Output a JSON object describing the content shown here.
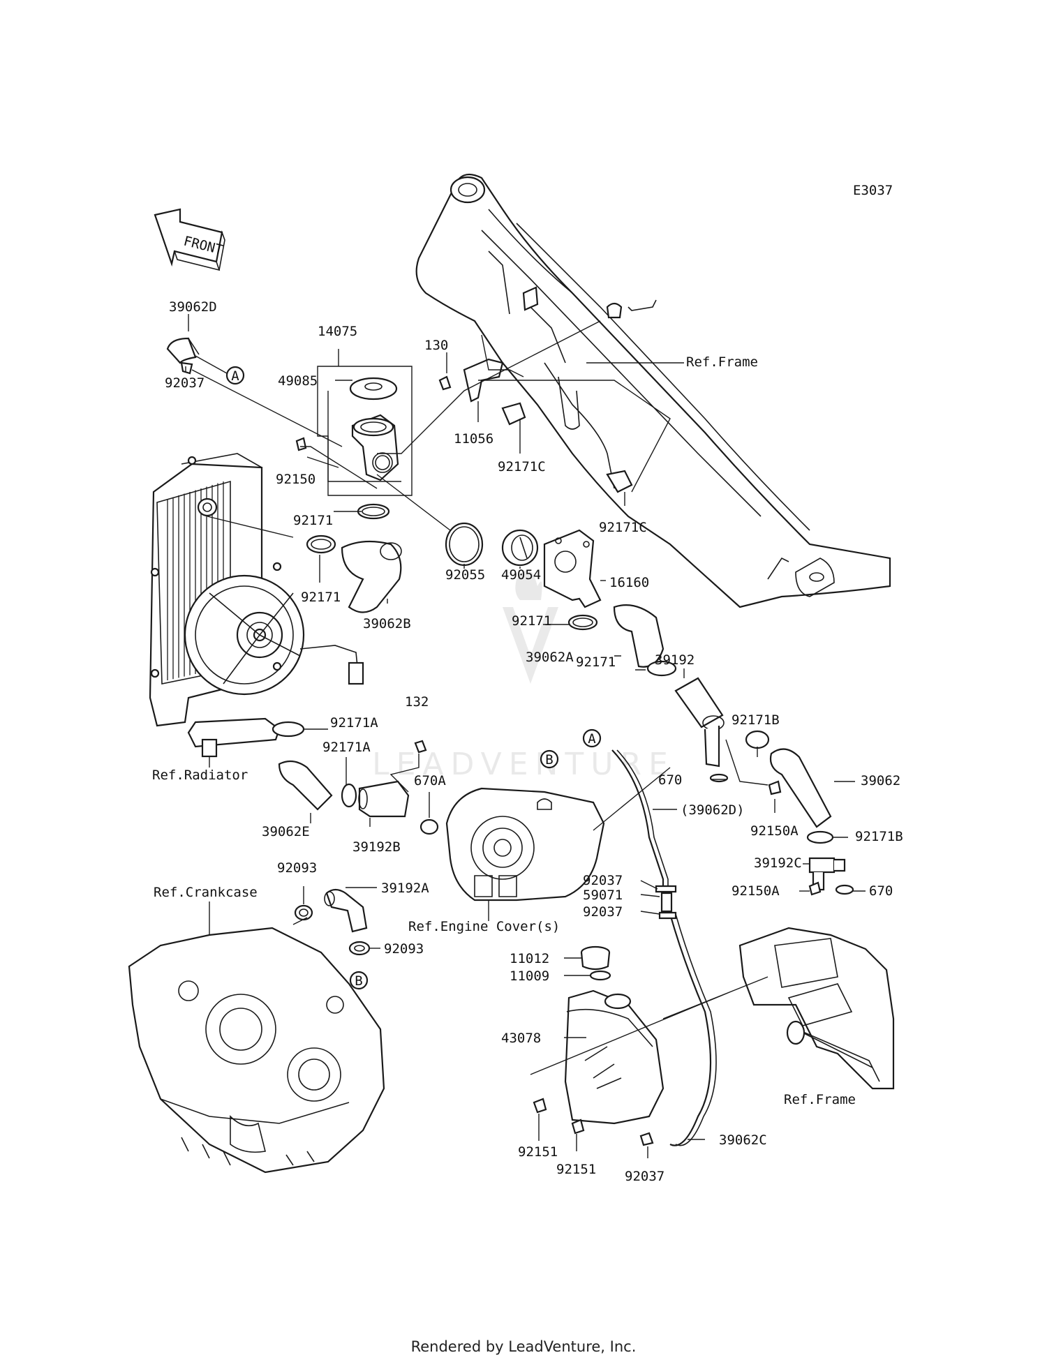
{
  "diagram_code": "E3037",
  "front_label": "FRONT",
  "watermark": "LEADVENTURE",
  "footer": "Rendered by LeadVenture, Inc.",
  "refs": {
    "frame_top": "Ref.Frame",
    "frame_bottom": "Ref.Frame",
    "radiator": "Ref.Radiator",
    "crankcase": "Ref.Crankcase",
    "engine_cover": "Ref.Engine Cover(s)"
  },
  "circle_markers": {
    "a1": "A",
    "a2": "A",
    "b1": "B",
    "b2": "B"
  },
  "callouts": {
    "p39062D": "39062D",
    "p92037a": "92037",
    "p14075": "14075",
    "p49085": "49085",
    "p130": "130",
    "p11056": "11056",
    "p92171C_a": "92171C",
    "p92171C_b": "92171C",
    "p92150": "92150",
    "p92171_a": "92171",
    "p92171_b": "92171",
    "p39062B": "39062B",
    "p92055": "92055",
    "p49054": "49054",
    "p16160": "16160",
    "p92171_c": "92171",
    "p39062A": "39062A",
    "p39192": "39192",
    "p92171_d": "92171",
    "p92171B_a": "92171B",
    "p670": "670",
    "p39062": "39062",
    "p92150A_a": "92150A",
    "p92171B_b": "92171B",
    "p39192C": "39192C",
    "p92150A_b": "92150A",
    "p670b": "670",
    "p92171A_a": "92171A",
    "p92171A_b": "92171A",
    "p132": "132",
    "p670A": "670A",
    "p39062E": "39062E",
    "p39192B": "39192B",
    "p39062D_paren": "(39062D)",
    "p92093a": "92093",
    "p39192A": "39192A",
    "p92093b": "92093",
    "p92037b": "92037",
    "p59071": "59071",
    "p92037c": "92037",
    "p11012": "11012",
    "p11009": "11009",
    "p43078": "43078",
    "p92151a": "92151",
    "p92151b": "92151",
    "p92037d": "92037",
    "p39062C": "39062C"
  }
}
